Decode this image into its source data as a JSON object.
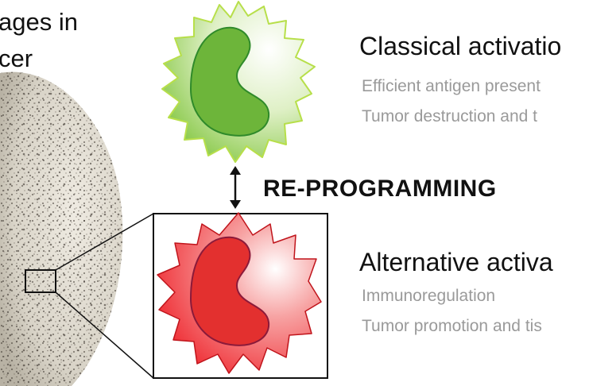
{
  "title_fragment": {
    "line1": "ages in",
    "line2": "cer"
  },
  "classical": {
    "heading": "Classical activatio",
    "items": [
      "Efficient antigen present",
      "Tumor destruction and t"
    ]
  },
  "alternative": {
    "heading": "Alternative activa",
    "items": [
      "Immunoregulation",
      "Tumor promotion and tis"
    ]
  },
  "reprogramming_label": "RE-PROGRAMMING",
  "colors": {
    "green_cell": "#7ec43a",
    "green_nucleus": "#6db53a",
    "red_cell": "#ee1c24",
    "red_nucleus": "#e3302f",
    "heading_text": "#111111",
    "sub_text": "#9a9a9a"
  }
}
